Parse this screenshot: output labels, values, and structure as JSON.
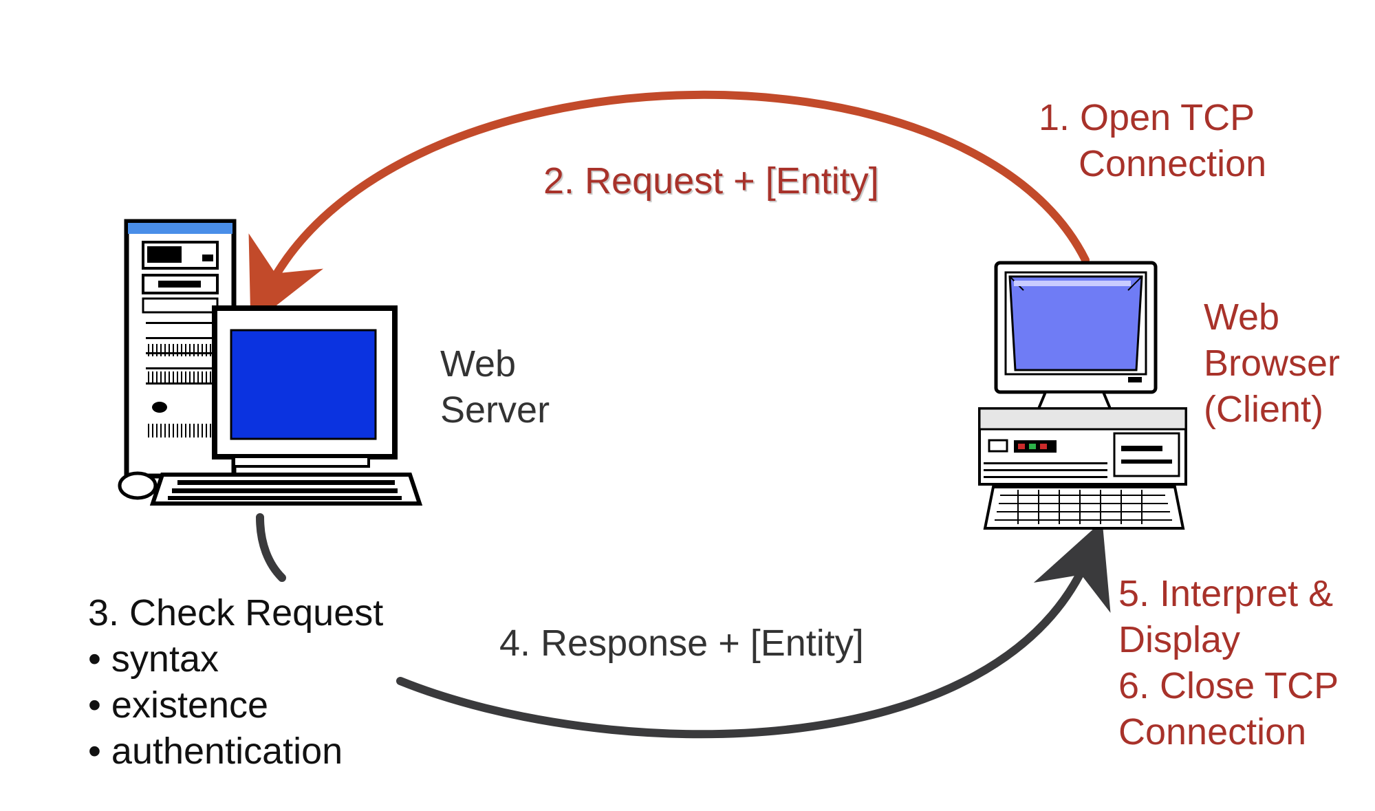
{
  "steps": {
    "open_tcp": [
      "1. Open TCP",
      "Connection"
    ],
    "request": "2. Request + [Entity]",
    "check_request": {
      "title": "3. Check Request",
      "bullets": [
        "• syntax",
        "• existence",
        "• authentication"
      ]
    },
    "response": "4. Response + [Entity]",
    "interpret": [
      "5. Interpret &",
      "Display",
      "6. Close TCP",
      "Connection"
    ]
  },
  "nodes": {
    "server_label": [
      "Web",
      "Server"
    ],
    "client_label": [
      "Web",
      "Browser",
      "(Client)"
    ]
  },
  "colors": {
    "request_arrow": "#c24a2a",
    "response_arrow": "#3a3a3c",
    "red_text": "#a8322a",
    "screen_blue": "#0b33e0",
    "client_screen": "#6f7cf5"
  }
}
